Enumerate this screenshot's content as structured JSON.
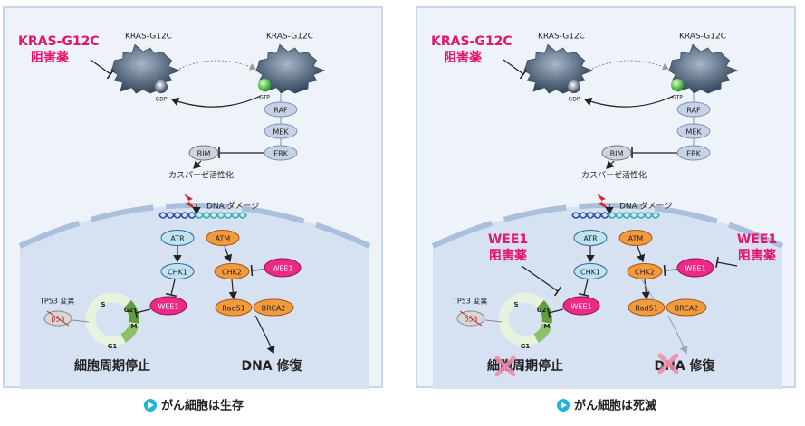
{
  "panels": [
    {
      "inhibitor_label": [
        "KRAS-G12C",
        "阻害薬"
      ],
      "kras_gdp_label": "KRAS-G12C",
      "kras_gtp_label": "KRAS-G12C",
      "gdp": "GDP",
      "gtp": "GTP",
      "raf": "RAF",
      "mek": "MEK",
      "erk": "ERK",
      "bim": "BIM",
      "caspase": "カスパーゼ活性化",
      "dna_damage": "DNA ダメージ",
      "atr": "ATR",
      "atm": "ATM",
      "chk1": "CHK1",
      "chk2": "CHK2",
      "wee1_a": "WEE1",
      "wee1_b": "WEE1",
      "rad51": "Rad51",
      "brca2": "BRCA2",
      "tp53": "TP53 変異",
      "p53": "p53",
      "cycle_s": "S",
      "cycle_g2": "G2",
      "cycle_m": "M",
      "cycle_g1": "G1",
      "arrest": "細胞周期停止",
      "repair": "DNA 修復",
      "caption": "がん細胞は生存"
    },
    {
      "inhibitor_label": [
        "KRAS-G12C",
        "阻害薬"
      ],
      "kras_gdp_label": "KRAS-G12C",
      "kras_gtp_label": "KRAS-G12C",
      "gdp": "GDP",
      "gtp": "GTP",
      "raf": "RAF",
      "mek": "MEK",
      "erk": "ERK",
      "bim": "BIM",
      "caspase": "カスパーゼ活性化",
      "dna_damage": "DNA ダメージ",
      "atr": "ATR",
      "atm": "ATM",
      "chk1": "CHK1",
      "chk2": "CHK2",
      "wee1_a": "WEE1",
      "wee1_b": "WEE1",
      "rad51": "Rad51",
      "brca2": "BRCA2",
      "tp53": "TP53 変異",
      "p53": "p53",
      "cycle_s": "S",
      "cycle_g2": "G2",
      "cycle_m": "M",
      "cycle_g1": "G1",
      "arrest": "細胞周期停止",
      "repair": "DNA 修復",
      "wee1_inhibitor_left": [
        "WEE1",
        "阻害薬"
      ],
      "wee1_inhibitor_right": [
        "WEE1",
        "阻害薬"
      ],
      "caption": "がん細胞は死滅"
    }
  ],
  "colors": {
    "inhibitor": "#e5156e",
    "cell": "#d6e1f2",
    "membrane": "#a9bfdc",
    "atr": "#bfe3ef",
    "atm": "#f39a3c",
    "wee1": "#ea2a84",
    "kinase": "#c8d2e6",
    "cycle_green": "#5e9e3e"
  }
}
